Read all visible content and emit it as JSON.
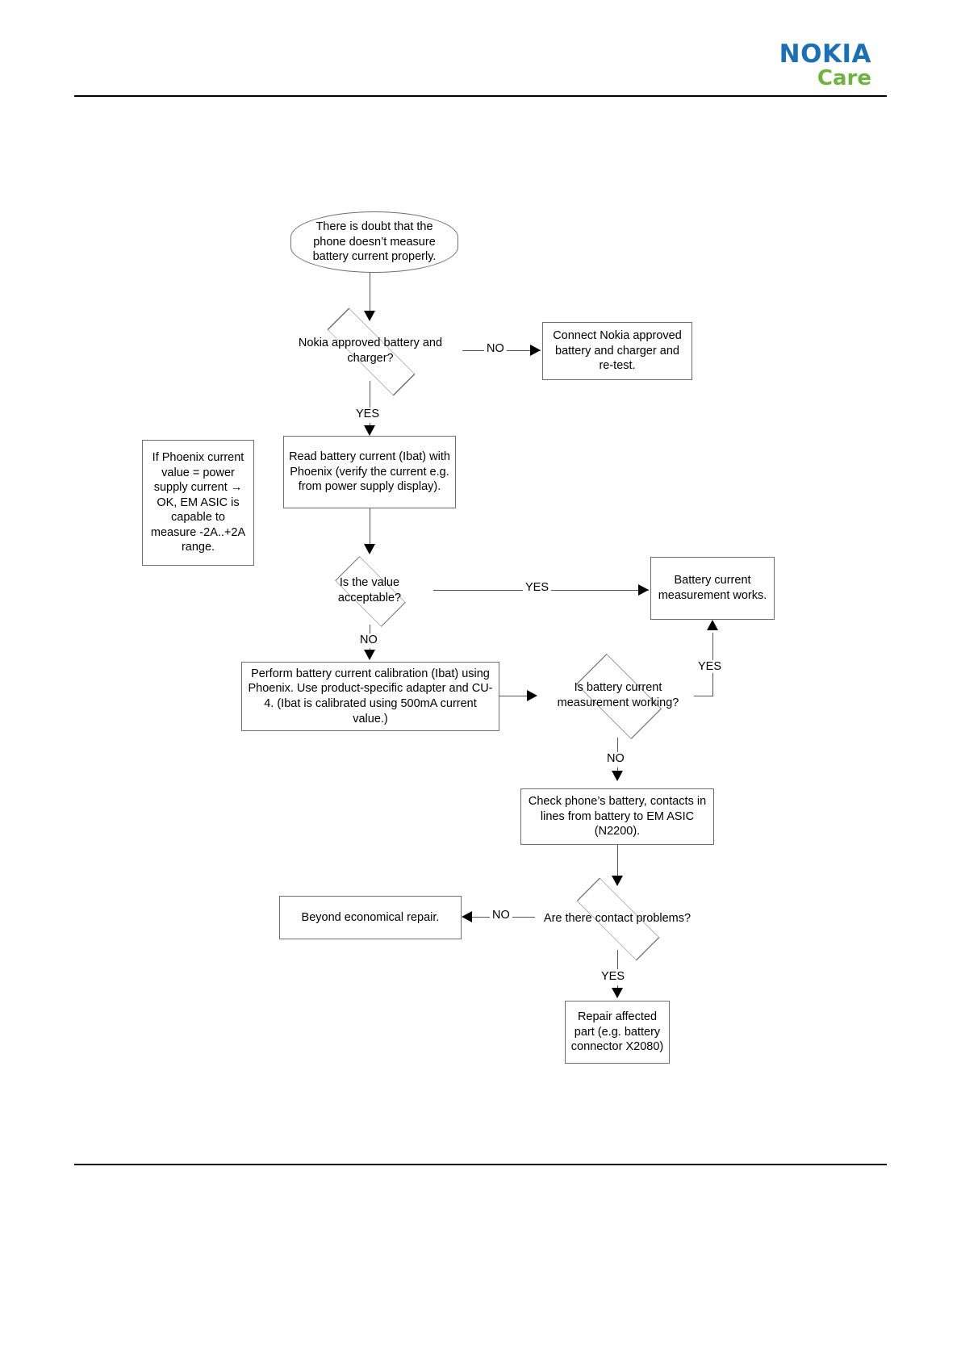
{
  "header": {
    "brand_primary": "NOKIA",
    "brand_secondary": "Care",
    "brand_primary_color": "#1a6fb5",
    "brand_secondary_color": "#6cb33f"
  },
  "diagram": {
    "title": "Battery current measurement troubleshooting flowchart",
    "nodes": {
      "start": "There is doubt that the phone doesn’t measure battery current properly.",
      "decision_approved": "Nokia approved battery and charger?",
      "connect_approved": "Connect Nokia approved battery and charger and re-test.",
      "note_phoenix": "If Phoenix current value = power supply current → OK, EM ASIC is capable to measure -2A..+2A range.",
      "read_current": "Read battery current (Ibat) with Phoenix (verify the current e.g. from power supply display).",
      "decision_value": "Is the value acceptable?",
      "works": "Battery current measurement works.",
      "calibrate": "Perform battery current calibration (Ibat) using Phoenix. Use product-specific adapter and CU-4. (Ibat is calibrated using 500mA current value.)",
      "decision_working": "Is battery current measurement working?",
      "check_contacts": "Check phone’s battery, contacts in lines from battery to EM ASIC (N2200).",
      "decision_contacts": "Are there contact problems?",
      "beyond_repair": "Beyond economical repair.",
      "repair_part": "Repair affected part (e.g. battery connector X2080)"
    },
    "edge_labels": {
      "approved_no": "NO",
      "approved_yes": "YES",
      "value_yes": "YES",
      "value_no": "NO",
      "working_yes": "YES",
      "working_no": "NO",
      "contacts_no": "NO",
      "contacts_yes": "YES"
    }
  }
}
